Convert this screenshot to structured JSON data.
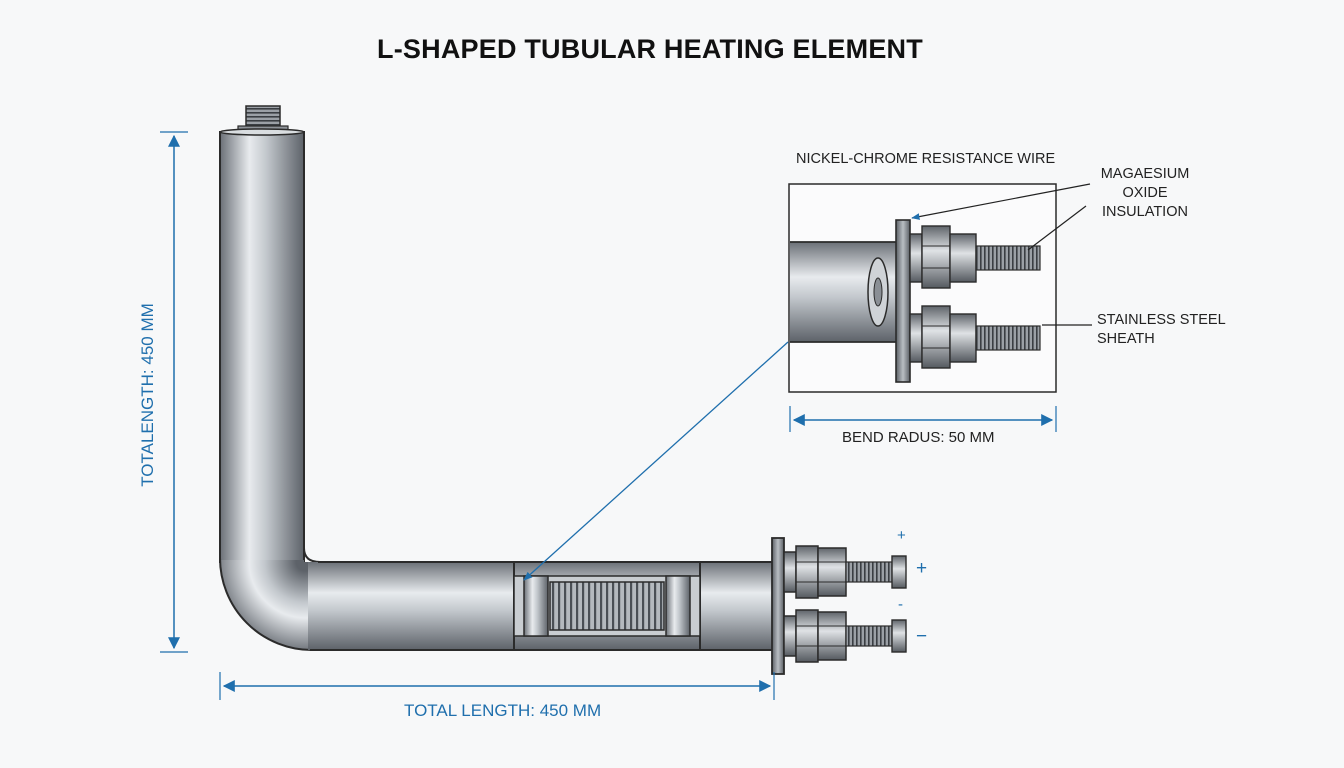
{
  "title": "L-SHAPED TUBULAR HEATING ELEMENT",
  "labels": {
    "resistance_wire": "NICKEL-CHROME RESISTANCE WIRE",
    "insulation_line1": "MAGAESIUM",
    "insulation_line2": "OXIDE",
    "insulation_line3": "INSULATION",
    "sheath_line1": "STAINLESS STEEL",
    "sheath_line2": "SHEATH",
    "bend_radius": "BEND RADUS: 50 MM"
  },
  "dimensions": {
    "vertical_length": "TOTALENGTH: 450 MM",
    "horizontal_length": "TOTAL LENGTH: 450 MM"
  },
  "terminals": {
    "plus_small": "+",
    "plus": "+",
    "minus_small": "-",
    "minus": "−"
  },
  "colors": {
    "dimension": "#1f6fad",
    "metal_dark": "#6b7077",
    "metal_light": "#e8ebee",
    "outline": "#2b2b2b"
  }
}
